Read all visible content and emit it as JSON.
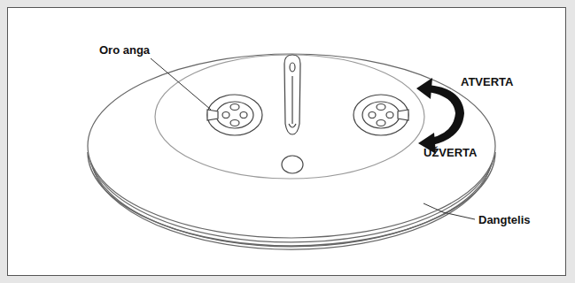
{
  "diagram": {
    "labels": [
      "Oro anga",
      "ATVERTA",
      "UŽVERTA",
      "Dangtelis"
    ]
  }
}
